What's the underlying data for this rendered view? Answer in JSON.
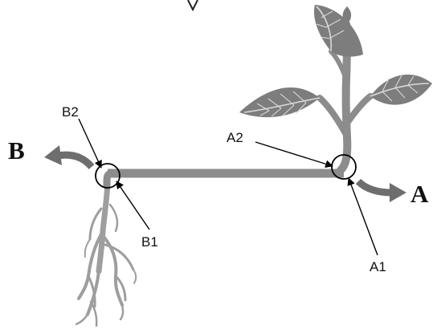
{
  "diagram": {
    "labels": {
      "a": "A",
      "a1": "A1",
      "a2": "A2",
      "b": "B",
      "b1": "B1",
      "b2": "B2"
    },
    "colors": {
      "stem": "#8c8c8c",
      "leaf": "#7d7d7d",
      "leaf_vein": "#d9d9d9",
      "root": "#9e9e9e",
      "direction_arrow": "#6e6e6e",
      "pointer": "#000000"
    }
  }
}
